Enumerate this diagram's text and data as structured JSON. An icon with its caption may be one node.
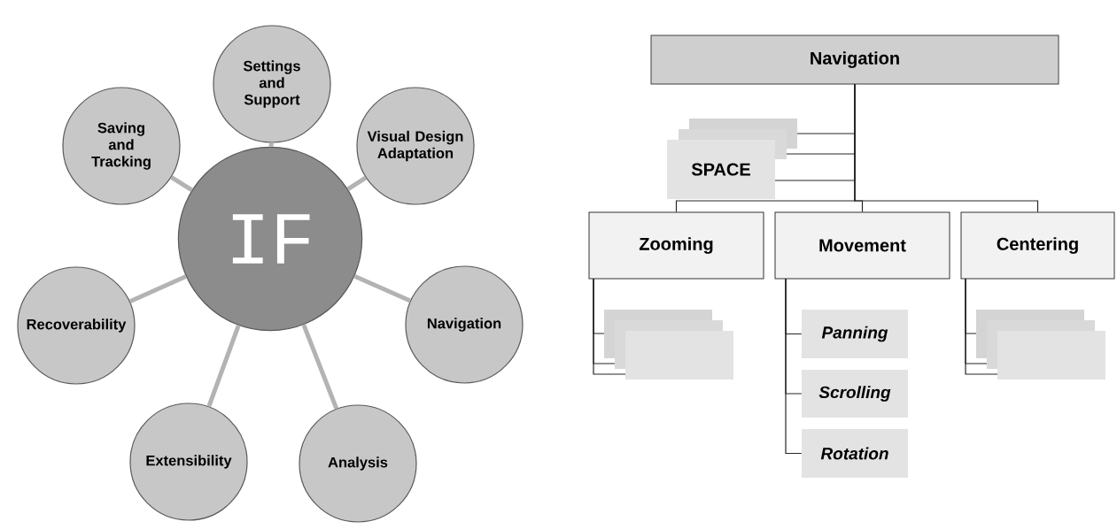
{
  "diagram": {
    "nodes": [
      {
        "text": [
          "IF"
        ]
      },
      {
        "text": [
          "Settings and Support"
        ]
      },
      {
        "text": [
          "Visual Design Adaptation"
        ]
      },
      {
        "text": [
          "Navigation"
        ]
      },
      {
        "text": [
          "Analysis"
        ]
      },
      {
        "text": [
          "Extensibility"
        ]
      },
      {
        "text": [
          "Recoverability"
        ]
      },
      {
        "text": [
          "Saving and Tracking"
        ]
      },
      {
        "text": [
          "Navigation"
        ]
      },
      {
        "text": [],
        "shape": "box"
      },
      {
        "text": [],
        "shape": "box"
      },
      {
        "text": [
          "SPACE"
        ]
      },
      {
        "text": [
          "Zooming"
        ]
      },
      {
        "text": [
          "Movement"
        ]
      },
      {
        "text": [
          "Centering"
        ]
      },
      {
        "text": [],
        "shape": "box"
      },
      {
        "text": [],
        "shape": "box"
      },
      {
        "text": [],
        "shape": "box"
      },
      {
        "text": [
          "Panning"
        ]
      },
      {
        "text": [
          "Scrolling"
        ]
      },
      {
        "text": [
          "Rotation"
        ]
      },
      {
        "text": [],
        "shape": "box"
      },
      {
        "text": [],
        "shape": "box"
      },
      {
        "text": [],
        "shape": "box"
      }
    ],
    "edges": [
      {
        "from": 0,
        "to": 1,
        "arrow": "none",
        "style": "thick",
        "color": "#b3b3b3"
      },
      {
        "from": 0,
        "to": 2,
        "arrow": "none",
        "style": "thick",
        "color": "#b3b3b3"
      },
      {
        "from": 0,
        "to": 3,
        "arrow": "none",
        "style": "thick",
        "color": "#b3b3b3"
      },
      {
        "from": 0,
        "to": 4,
        "arrow": "none",
        "style": "thick",
        "color": "#b3b3b3"
      },
      {
        "from": 0,
        "to": 5,
        "arrow": "none",
        "style": "thick",
        "color": "#b3b3b3"
      },
      {
        "from": 0,
        "to": 6,
        "arrow": "none",
        "style": "thick",
        "color": "#b3b3b3"
      },
      {
        "from": 0,
        "to": 7,
        "arrow": "none",
        "style": "thick",
        "color": "#b3b3b3"
      },
      {
        "from": 8,
        "to": 9,
        "arrow": "none"
      },
      {
        "from": 8,
        "to": 10,
        "arrow": "none"
      },
      {
        "from": 8,
        "to": 11,
        "arrow": "none"
      },
      {
        "from": 8,
        "to": 12,
        "arrow": "none"
      },
      {
        "from": 8,
        "to": 13,
        "arrow": "none"
      },
      {
        "from": 8,
        "to": 14,
        "arrow": "none"
      },
      {
        "from": 12,
        "to": 15,
        "arrow": "none"
      },
      {
        "from": 12,
        "to": 16,
        "arrow": "none"
      },
      {
        "from": 12,
        "to": 17,
        "arrow": "none"
      },
      {
        "from": 13,
        "to": 18,
        "arrow": "none"
      },
      {
        "from": 13,
        "to": 19,
        "arrow": "none"
      },
      {
        "from": 13,
        "to": 20,
        "arrow": "none"
      },
      {
        "from": 14,
        "to": 21,
        "arrow": "none"
      },
      {
        "from": 14,
        "to": 22,
        "arrow": "none"
      },
      {
        "from": 14,
        "to": 23,
        "arrow": "none"
      }
    ]
  }
}
